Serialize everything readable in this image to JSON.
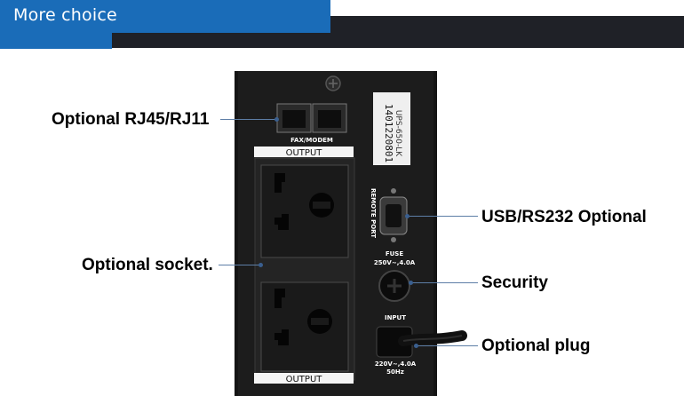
{
  "banner": {
    "title": "More choice"
  },
  "device": {
    "fax_modem_label": "FAX/MODEM",
    "output_label_top": "OUTPUT",
    "output_label_bottom": "OUTPUT",
    "remote_port_label": "REMOTE PORT",
    "fuse_label": "FUSE",
    "fuse_rating": "250V~,4.0A",
    "input_label": "INPUT",
    "input_rating": "220V~,4.0A",
    "input_freq": "50Hz",
    "sticker_line1": "UPS-650-LK",
    "sticker_line2": "1401220801"
  },
  "callouts": {
    "rj45": "Optional RJ45/RJ11",
    "socket": "Optional socket.",
    "usb": "USB/RS232 Optional",
    "security": "Security",
    "plug": "Optional plug"
  },
  "colors": {
    "banner_blue": "#1a6cb8",
    "banner_dark": "#1f2127",
    "leader_line": "#5d7ea6"
  }
}
